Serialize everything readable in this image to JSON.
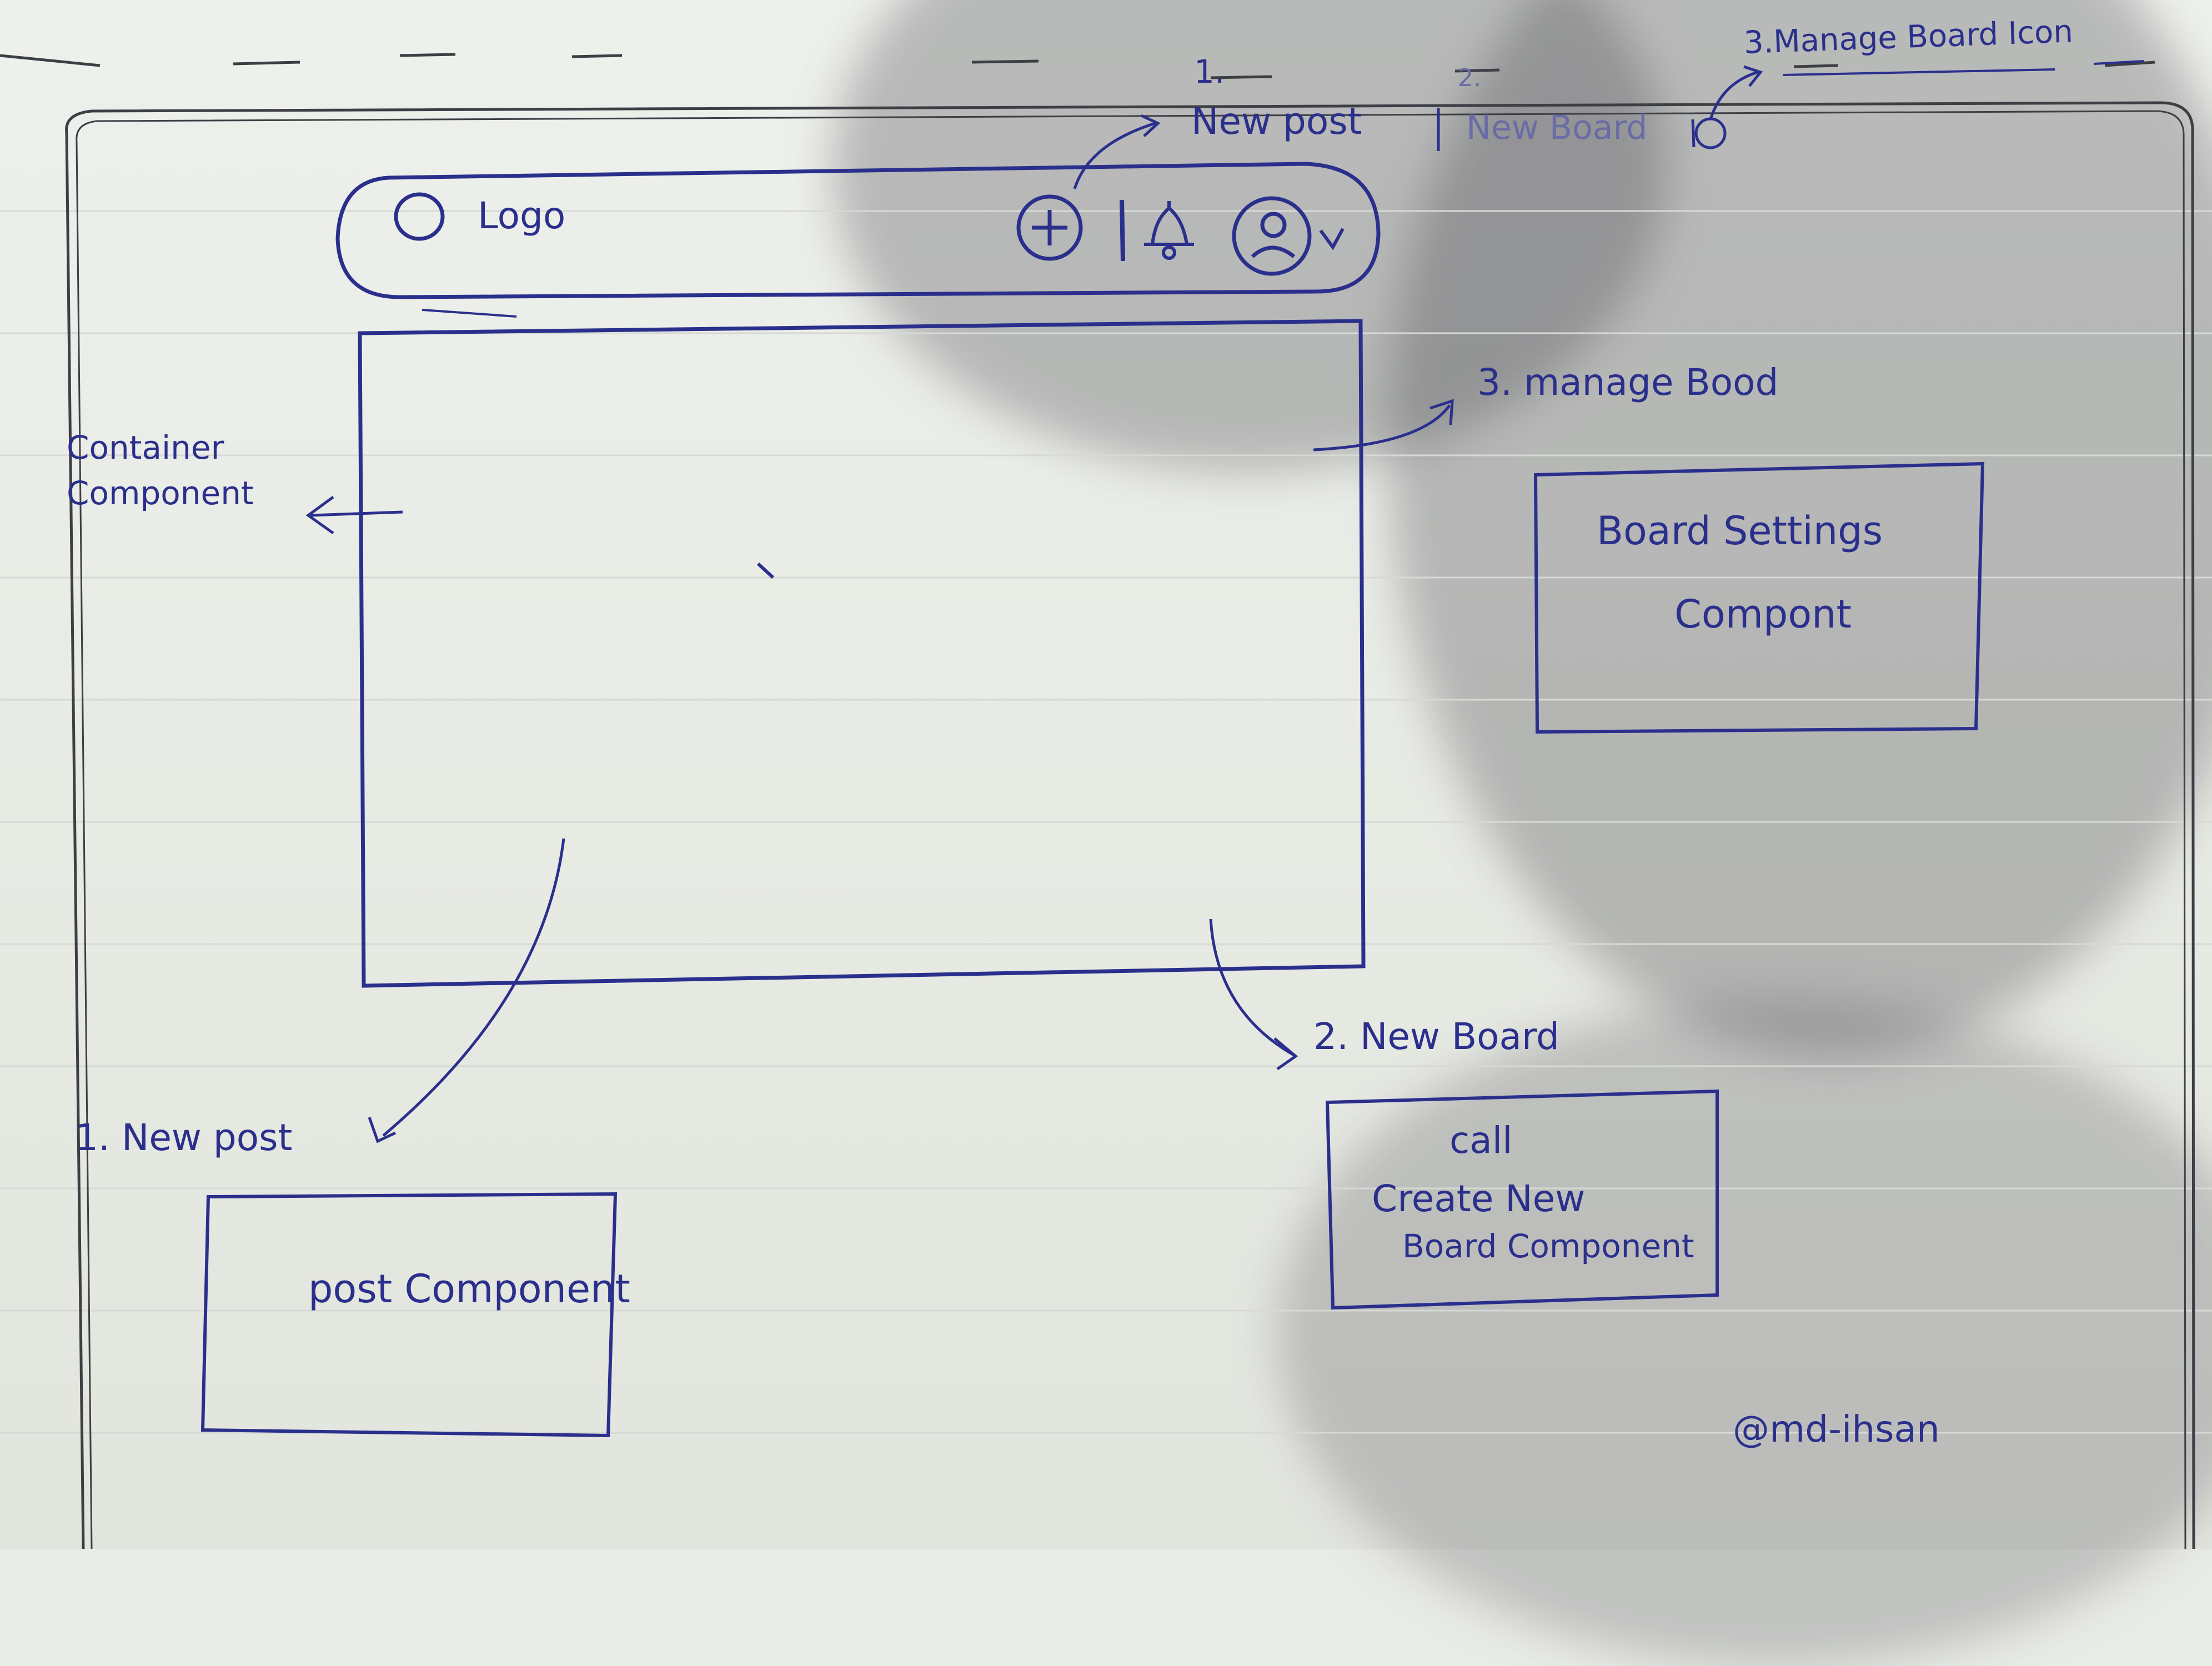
{
  "annotations_top": {
    "num_1": "1.",
    "num_2": "2.",
    "new_post": "New post",
    "new_board": "New Board",
    "manage_board_icon": "3.Manage Board Icon"
  },
  "navbar": {
    "logo_label": "Logo"
  },
  "labels": {
    "container_component": "Container Component",
    "manage_board": "3. manage Bood",
    "new_board": "2. New Board",
    "new_post": "1. New post"
  },
  "boxes": {
    "board_settings_line1": "Board Settings",
    "board_settings_line2": "Compont",
    "post_component": "post Component",
    "call_line1": "call",
    "call_line2": "Create New",
    "call_line3": "Board Component"
  },
  "credit": "@md-ihsan",
  "colors": {
    "ink": "#2b2f8c",
    "paper": "#e9ebe6",
    "shadow": "#46484e"
  }
}
